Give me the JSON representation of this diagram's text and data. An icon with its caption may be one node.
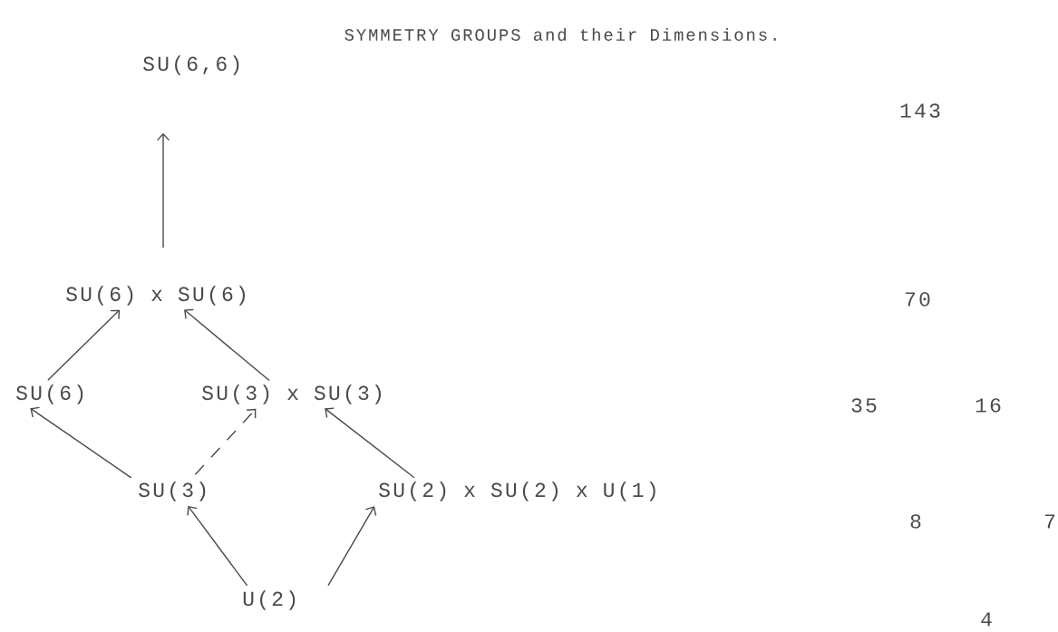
{
  "diagram": {
    "title": "SYMMETRY GROUPS and their Dimensions.",
    "nodes": [
      {
        "text": [
          "SU(6,6)"
        ]
      },
      {
        "text": [
          "SU(6) x SU(6)"
        ]
      },
      {
        "text": [
          "SU(6)"
        ]
      },
      {
        "text": [
          "SU(3) x SU(3)"
        ]
      },
      {
        "text": [
          "SU(3)"
        ]
      },
      {
        "text": [
          "SU(2) x SU(2) x U(1)"
        ]
      },
      {
        "text": [
          "U(2)"
        ]
      }
    ],
    "edges": [
      {
        "from": 1,
        "to": 0,
        "arrow": "to"
      },
      {
        "from": 2,
        "to": 1,
        "arrow": "to"
      },
      {
        "from": 3,
        "to": 1,
        "arrow": "to"
      },
      {
        "from": 4,
        "to": 2,
        "arrow": "to"
      },
      {
        "from": 4,
        "to": 3,
        "arrow": "to",
        "style": "dashed"
      },
      {
        "from": 5,
        "to": 3,
        "arrow": "to"
      },
      {
        "from": 6,
        "to": 4,
        "arrow": "to"
      },
      {
        "from": 6,
        "to": 5,
        "arrow": "to"
      }
    ],
    "labels": [
      "143",
      "70",
      "35",
      "16",
      "8",
      "7",
      "4"
    ]
  }
}
